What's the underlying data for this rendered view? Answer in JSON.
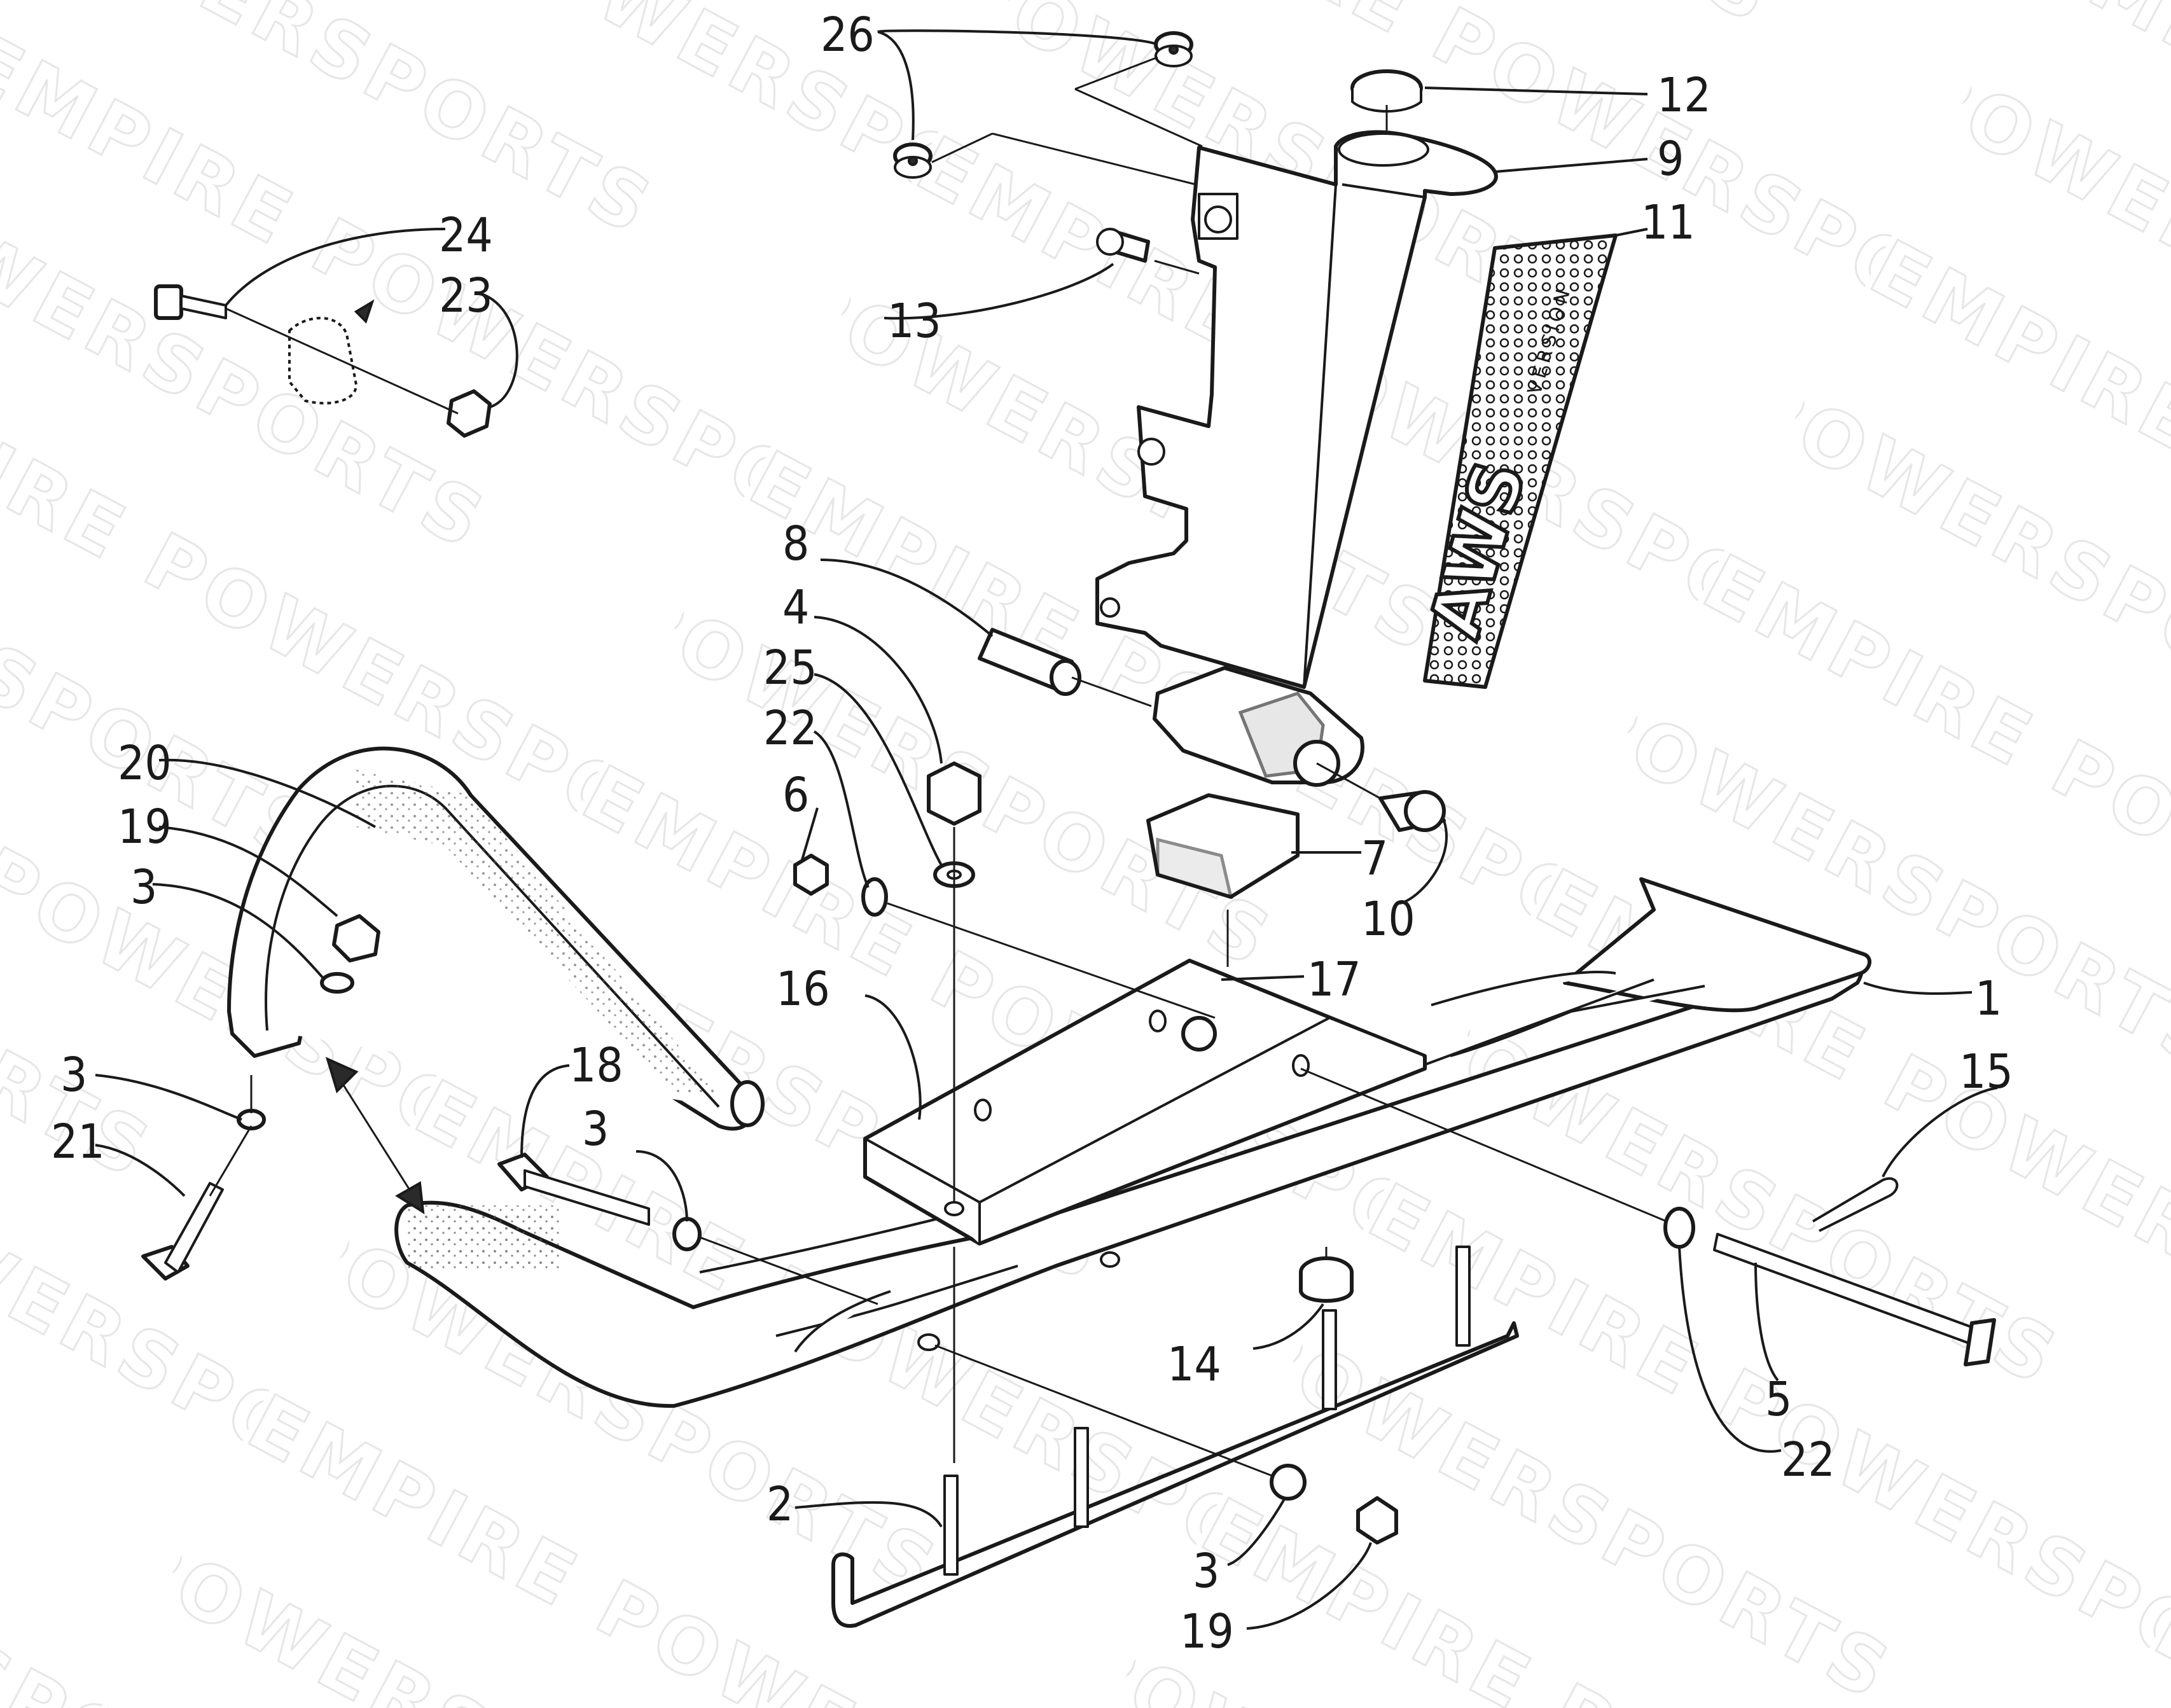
{
  "watermark": "EMPIRE POWERSPORTS",
  "decal_text": {
    "brand": "AWS",
    "series": "VERSION"
  },
  "callouts": [
    {
      "id": "c26",
      "label": "26"
    },
    {
      "id": "c12",
      "label": "12"
    },
    {
      "id": "c9",
      "label": "9"
    },
    {
      "id": "c11",
      "label": "11"
    },
    {
      "id": "c24",
      "label": "24"
    },
    {
      "id": "c23",
      "label": "23"
    },
    {
      "id": "c13",
      "label": "13"
    },
    {
      "id": "c8",
      "label": "8"
    },
    {
      "id": "c4",
      "label": "4"
    },
    {
      "id": "c25",
      "label": "25"
    },
    {
      "id": "c22a",
      "label": "22"
    },
    {
      "id": "c6",
      "label": "6"
    },
    {
      "id": "c20",
      "label": "20"
    },
    {
      "id": "c19a",
      "label": "19"
    },
    {
      "id": "c3a",
      "label": "3"
    },
    {
      "id": "c7",
      "label": "7"
    },
    {
      "id": "c10",
      "label": "10"
    },
    {
      "id": "c17",
      "label": "17"
    },
    {
      "id": "c16",
      "label": "16"
    },
    {
      "id": "c1",
      "label": "1"
    },
    {
      "id": "c18",
      "label": "18"
    },
    {
      "id": "c3b",
      "label": "3"
    },
    {
      "id": "c3c",
      "label": "3"
    },
    {
      "id": "c21",
      "label": "21"
    },
    {
      "id": "c15",
      "label": "15"
    },
    {
      "id": "c14",
      "label": "14"
    },
    {
      "id": "c5",
      "label": "5"
    },
    {
      "id": "c22b",
      "label": "22"
    },
    {
      "id": "c2",
      "label": "2"
    },
    {
      "id": "c3d",
      "label": "3"
    },
    {
      "id": "c19b",
      "label": "19"
    }
  ]
}
